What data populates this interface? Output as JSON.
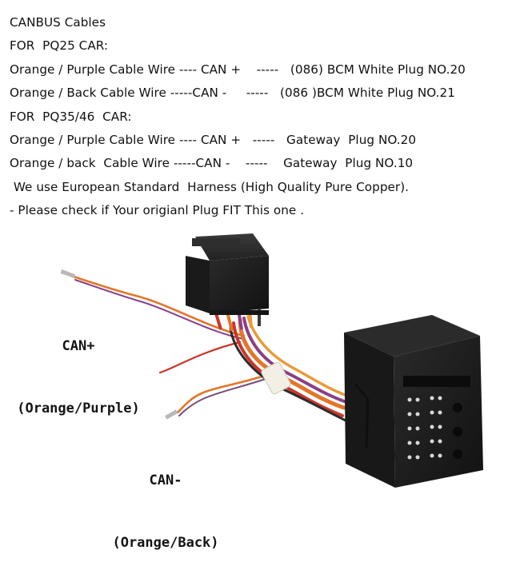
{
  "description_lines": [
    "CANBUS Cables",
    "FOR  PQ25 CAR:",
    "Orange / Purple Cable Wire ---- CAN +    -----   (086) BCM White Plug NO.20",
    "Orange / Back Cable Wire -----CAN -     -----   (086 )BCM White Plug NO.21",
    "FOR  PQ35/46  CAR:",
    "Orange / Purple Cable Wire ---- CAN +   -----   Gateway  Plug NO.20",
    "Orange / back  Cable Wire -----CAN -    -----    Gateway  Plug NO.10",
    " We use European Standard  Harness (High Quality Pure Copper).",
    "- Please check if Your origianl Plug FIT This one ."
  ],
  "callouts": {
    "can_plus_title": "CAN+",
    "can_plus_color": "(Orange/Purple)",
    "can_minus_title": "CAN-",
    "can_minus_color": "(Orange/Back)"
  },
  "colors": {
    "connector": "#1c1c1c",
    "wire_orange": "#e2762a",
    "wire_purple": "#8a3f86",
    "wire_red": "#c9362c",
    "sleeve": "#f2efe6"
  }
}
